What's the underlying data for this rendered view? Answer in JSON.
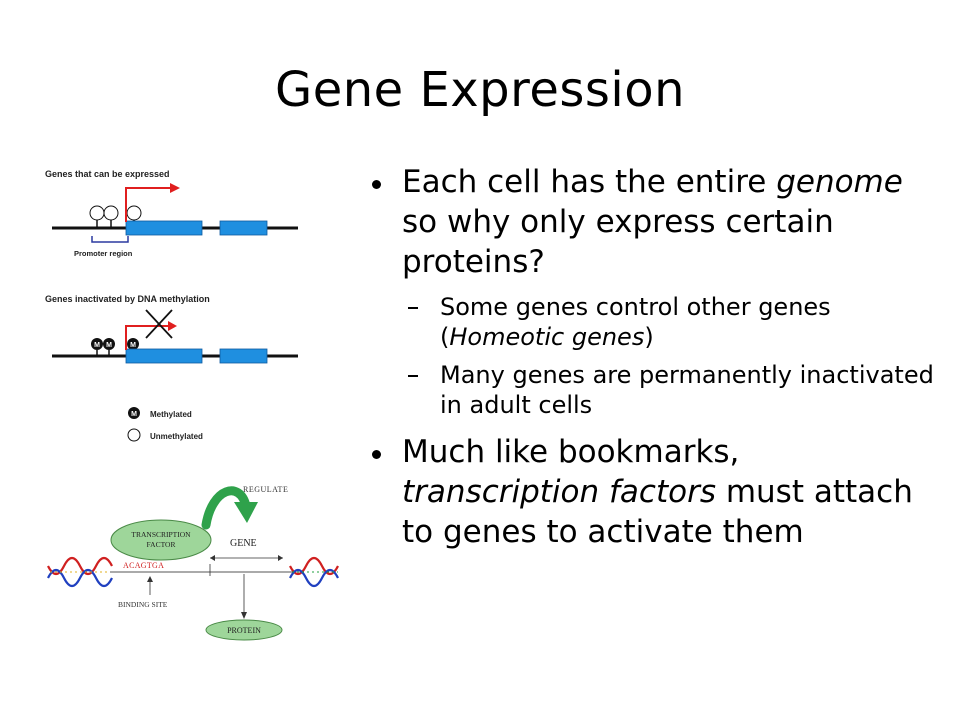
{
  "slide": {
    "title": "Gene Expression"
  },
  "bullets": [
    {
      "segments": [
        {
          "text": "Each cell has the entire ",
          "italic": false
        },
        {
          "text": "genome",
          "italic": true
        },
        {
          "text": " so why only express certain proteins?",
          "italic": false
        }
      ],
      "children": [
        {
          "segments": [
            {
              "text": "Some genes control other genes (",
              "italic": false
            },
            {
              "text": "Homeotic genes",
              "italic": true
            },
            {
              "text": ")",
              "italic": false
            }
          ]
        },
        {
          "segments": [
            {
              "text": "Many genes are permanently inactivated in adult cells",
              "italic": false
            }
          ]
        }
      ]
    },
    {
      "segments": [
        {
          "text": "Much like bookmarks, ",
          "italic": false
        },
        {
          "text": "transcription factors",
          "italic": true
        },
        {
          "text": " must attach to genes to activate them",
          "italic": false
        }
      ],
      "children": []
    }
  ],
  "figure_top": {
    "label_expressed": "Genes that can be expressed",
    "label_promoter": "Promoter region",
    "label_inactivated": "Genes inactivated by DNA methylation",
    "methyl_mark": "M",
    "legend_methylated": "Methylated",
    "legend_unmethylated": "Unmethylated",
    "colors": {
      "gene_box": "#1f8fe0",
      "arrow": "#e01f1f",
      "bracket": "#2b3aa0"
    }
  },
  "figure_bottom": {
    "regulate": "REGULATE",
    "transcription_factor_line1": "TRANSCRIPTION",
    "transcription_factor_line2": "FACTOR",
    "gene": "GENE",
    "sequence": "ACAGTGA",
    "binding_site": "BINDING SITE",
    "protein": "PROTEIN",
    "colors": {
      "bubble": "#9ed69a",
      "arrow": "#2fa24b"
    }
  }
}
